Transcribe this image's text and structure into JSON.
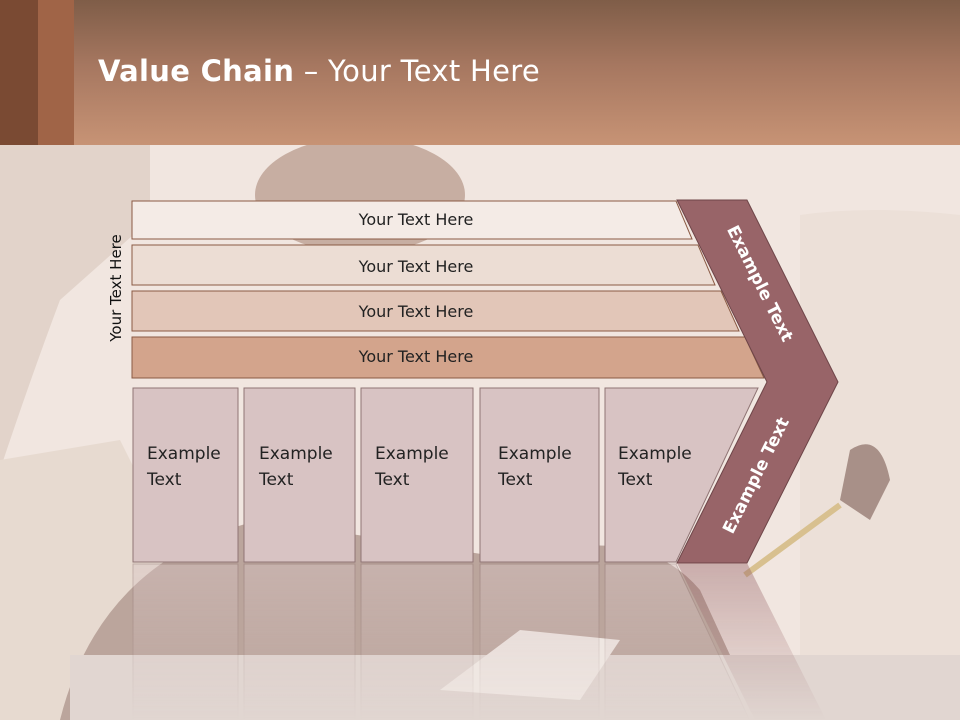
{
  "title": {
    "bold": "Value Chain",
    "rest": " – Your Text Here"
  },
  "side_label": "Your Text Here",
  "bands": [
    "Your Text Here",
    "Your Text Here",
    "Your Text Here",
    "Your Text Here"
  ],
  "columns": [
    {
      "line1": "Example",
      "line2": "Text"
    },
    {
      "line1": "Example",
      "line2": "Text"
    },
    {
      "line1": "Example",
      "line2": "Text"
    },
    {
      "line1": "Example",
      "line2": "Text"
    },
    {
      "line1": "Example",
      "line2": "Text"
    }
  ],
  "chevron": {
    "upper": "Example Text",
    "lower": "Example Text"
  },
  "colors": {
    "band_fills": [
      "#f4ebe6",
      "#ecddd4",
      "#e2c6b8",
      "#d3a48c"
    ],
    "column_fill": "#d8c3c3",
    "chevron_fill": "#986468",
    "header": "#b5846a"
  }
}
